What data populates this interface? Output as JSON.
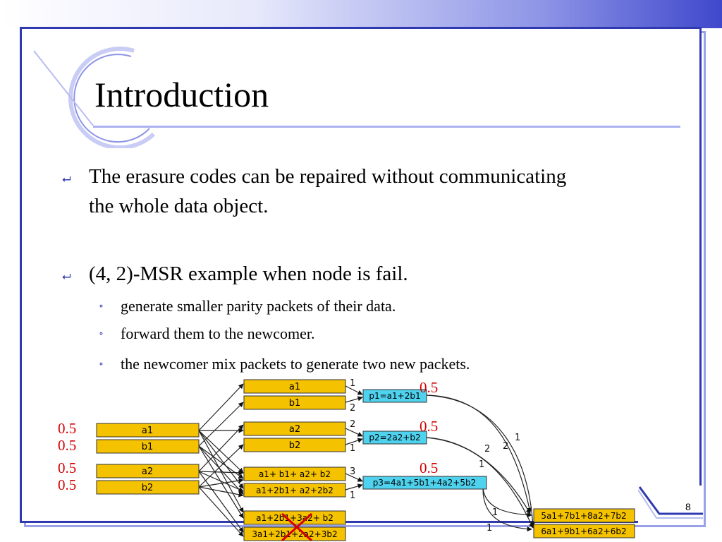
{
  "slide": {
    "title": "Introduction",
    "page_number": "8",
    "bullets": [
      {
        "text_line1": "The erasure codes can be repaired without communicating",
        "text_line2": "the whole data object."
      },
      {
        "text": "(4, 2)-MSR example when node is fail."
      }
    ],
    "sub_bullets": [
      "generate smaller parity packets of their data.",
      "forward them to the newcomer.",
      "the newcomer mix packets to generate two new packets."
    ],
    "labels": {
      "source_left": [
        "0.5",
        "0.5",
        "0.5",
        "0.5"
      ],
      "parity_right": [
        "0.5",
        "0.5",
        "0.5"
      ]
    },
    "diagram": {
      "source_packets": [
        "a1",
        "b1",
        "a2",
        "b2"
      ],
      "node_packets": [
        [
          "a1",
          "b1"
        ],
        [
          "a2",
          "b2"
        ],
        [
          "a1+ b1+ a2+ b2",
          "a1+2b1+ a2+2b2"
        ],
        [
          "a1+2b1+3a2+ b2",
          "3a1+2b1+2a2+3b2"
        ]
      ],
      "parity_packets": [
        "p1=a1+2b1",
        "p2=2a2+b2",
        "p3=4a1+5b1+4a2+5b2"
      ],
      "new_packets": [
        "5a1+7b1+8a2+7b2",
        "6a1+9b1+6a2+6b2"
      ],
      "edge_weights_in": [
        "1",
        "2",
        "2",
        "1",
        "3",
        "1"
      ],
      "edge_weights_out": [
        "1",
        "2",
        "2",
        "1",
        "1",
        "1"
      ]
    }
  },
  "colors": {
    "frame": "#2f3ab0",
    "packet_fill": "#f5c200",
    "parity_fill": "#4fd2ee",
    "label_red": "#d40000"
  }
}
